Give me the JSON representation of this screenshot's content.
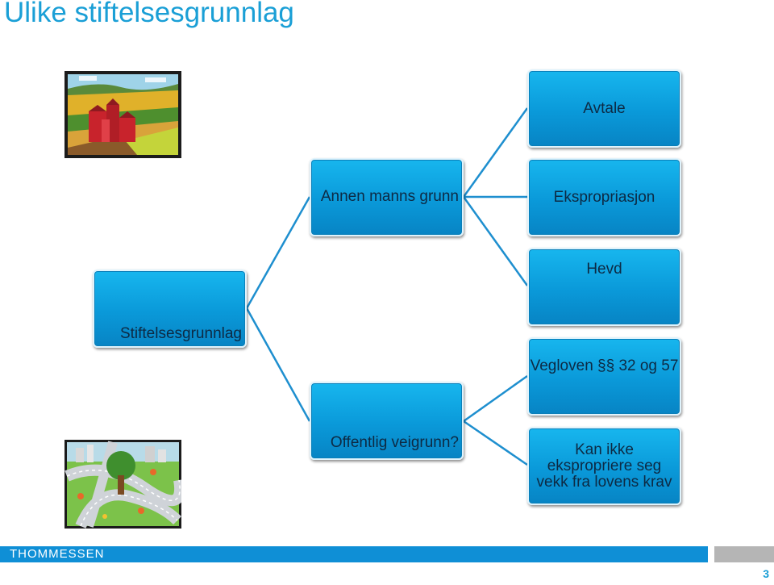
{
  "title": "Ulike stiftelsesgrunnlag",
  "nodes": {
    "root": "Stiftelsesgrunnlag",
    "annen": "Annen manns grunn",
    "offentlig": "Offentlig veigrunn?",
    "avtale": "Avtale",
    "ekspropriasjon": "Ekspropriasjon",
    "hevd": "Hevd",
    "vegloven": "Vegloven §§ 32 og 57",
    "kan_ikke": "Kan ikke ekspropriere seg vekk fra lovens krav"
  },
  "footer": {
    "logo": "THOMMESSEN",
    "page_number": "3"
  },
  "colors": {
    "box": "#0a99d9",
    "title": "#1a9fd6",
    "lines": "#1e8fcf",
    "footer": "#0f8fd6"
  },
  "images": {
    "top": "farm-clipart",
    "bottom": "roads-clipart"
  }
}
